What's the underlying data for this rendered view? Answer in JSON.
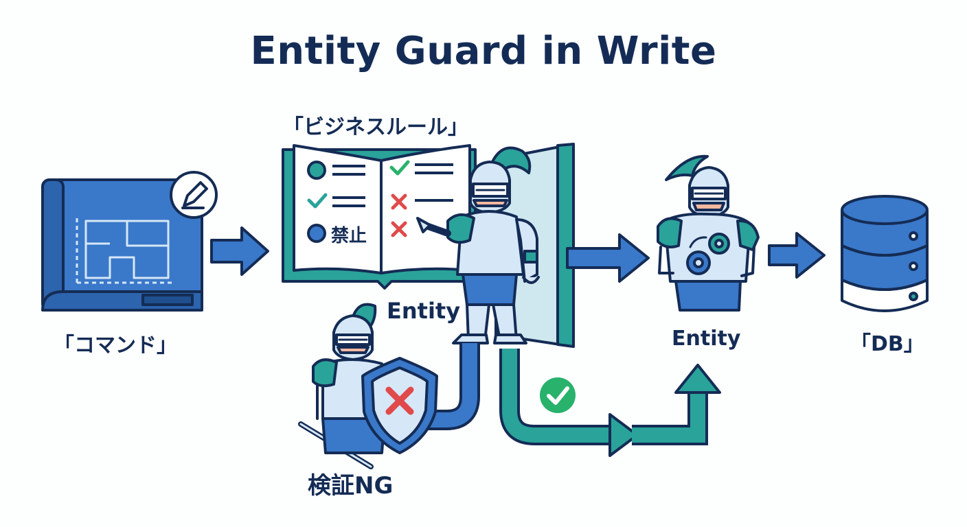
{
  "title": "Entity Guard in Write",
  "labels": {
    "command": "「コマンド」",
    "business_rule": "「ビジネスルール」",
    "entity_checker": "Entity",
    "entity_valid": "Entity",
    "db": "「DB」",
    "validation_ng": "検証NG",
    "forbidden": "禁止"
  },
  "colors": {
    "navy": "#142c55",
    "blue": "#3a78c9",
    "light_blue": "#d6e7f7",
    "teal": "#2aa39a",
    "red": "#e04a4a",
    "green": "#28b26b"
  }
}
